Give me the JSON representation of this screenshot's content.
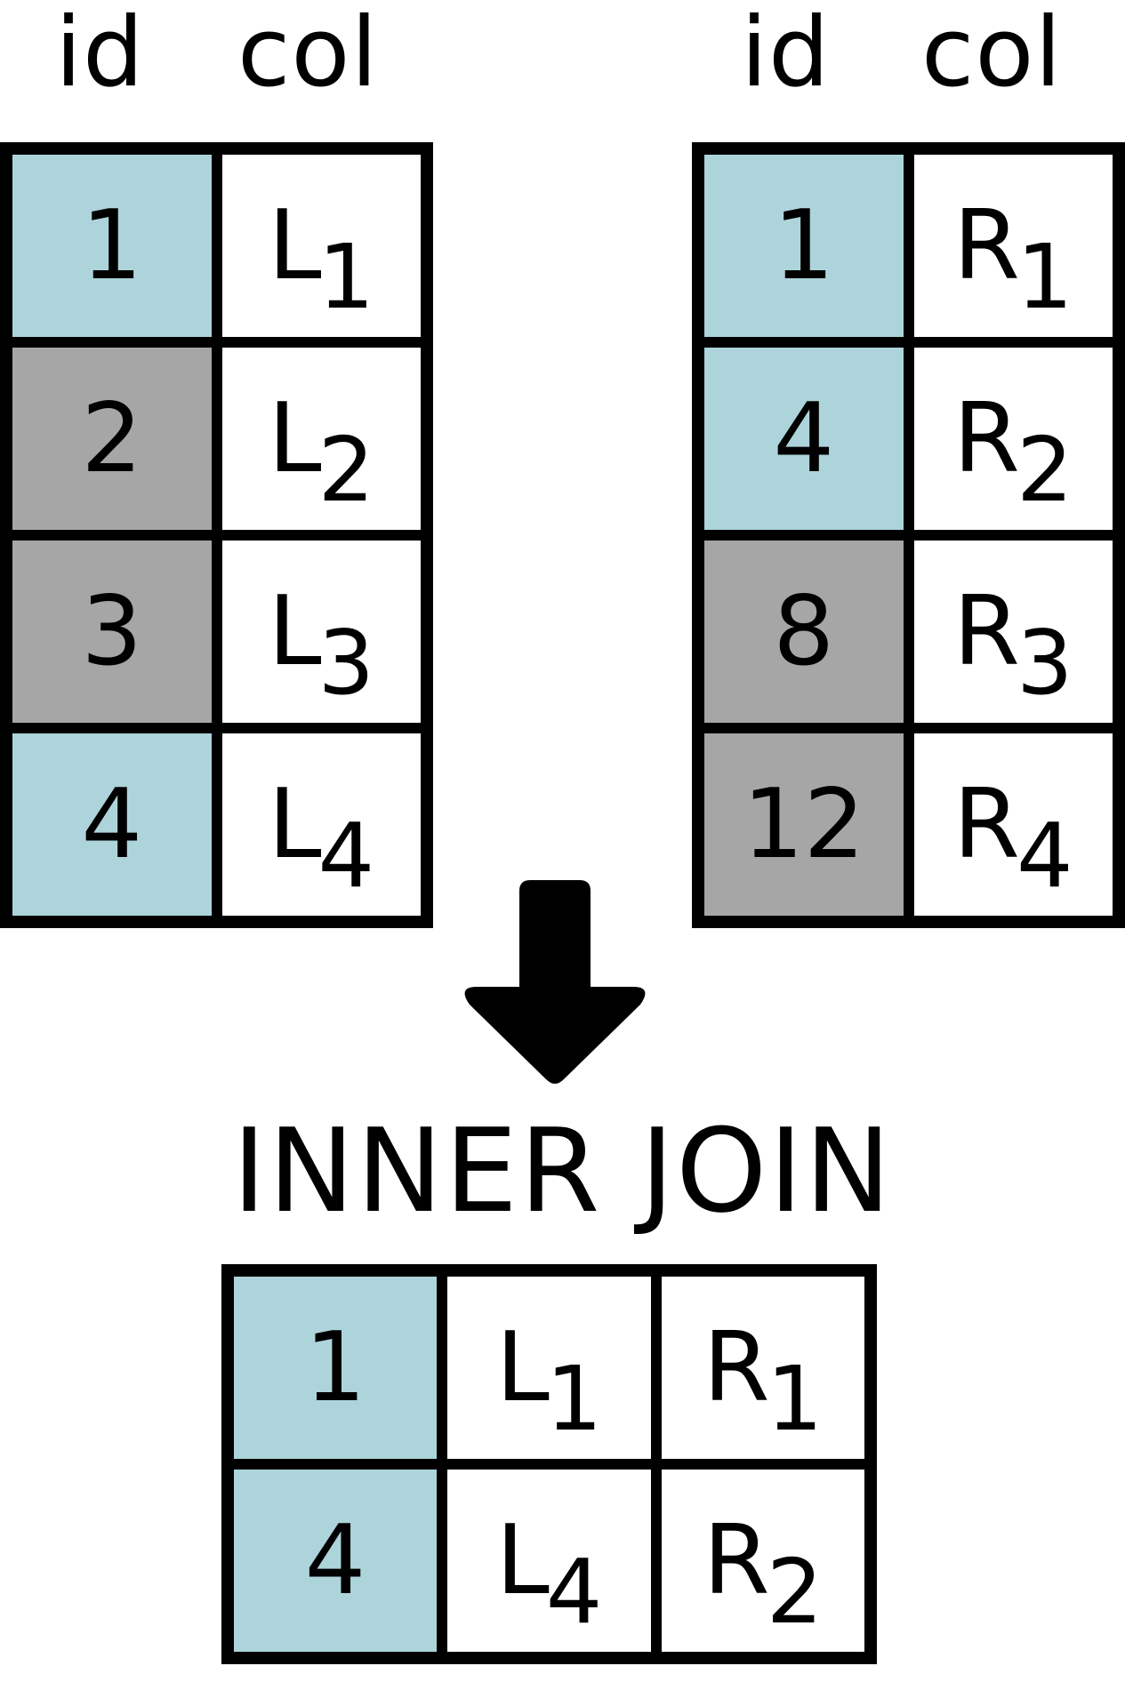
{
  "left_table": {
    "headers": {
      "id": "id",
      "col": "col"
    },
    "rows": [
      {
        "id": "1",
        "col_base": "L",
        "col_sub": "1",
        "match": true
      },
      {
        "id": "2",
        "col_base": "L",
        "col_sub": "2",
        "match": false
      },
      {
        "id": "3",
        "col_base": "L",
        "col_sub": "3",
        "match": false
      },
      {
        "id": "4",
        "col_base": "L",
        "col_sub": "4",
        "match": true
      }
    ]
  },
  "right_table": {
    "headers": {
      "id": "id",
      "col": "col"
    },
    "rows": [
      {
        "id": "1",
        "col_base": "R",
        "col_sub": "1",
        "match": true
      },
      {
        "id": "4",
        "col_base": "R",
        "col_sub": "2",
        "match": true
      },
      {
        "id": "8",
        "col_base": "R",
        "col_sub": "3",
        "match": false
      },
      {
        "id": "12",
        "col_base": "R",
        "col_sub": "4",
        "match": false
      }
    ]
  },
  "operation_label": "INNER JOIN",
  "result_table": {
    "rows": [
      {
        "id": "1",
        "left_base": "L",
        "left_sub": "1",
        "right_base": "R",
        "right_sub": "1"
      },
      {
        "id": "4",
        "left_base": "L",
        "left_sub": "4",
        "right_base": "R",
        "right_sub": "2"
      }
    ]
  },
  "colors": {
    "match": "#add4da",
    "no_match": "#a6a6a6",
    "value_cell": "#ffffff",
    "border": "#000000"
  },
  "icons": {
    "arrow": "arrow-down-icon"
  }
}
